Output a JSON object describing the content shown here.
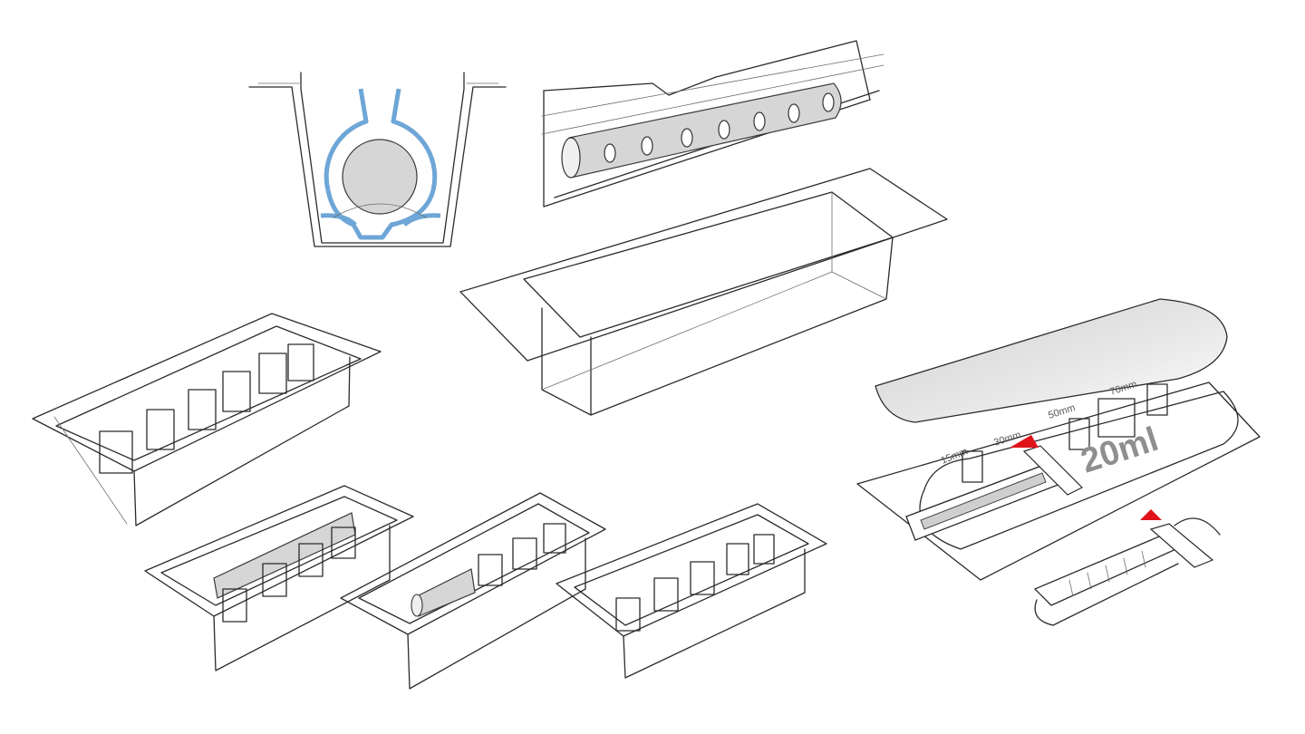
{
  "sketch": {
    "labels": {
      "l15": "15mm",
      "l30": "30mm",
      "l50": "50mm",
      "l70": "70mm",
      "volume": "20ml"
    },
    "colors": {
      "line": "#2b2b2b",
      "clip": "#6ea6d7",
      "tube": "#d6d6d6",
      "marker": "#e0131a"
    }
  }
}
